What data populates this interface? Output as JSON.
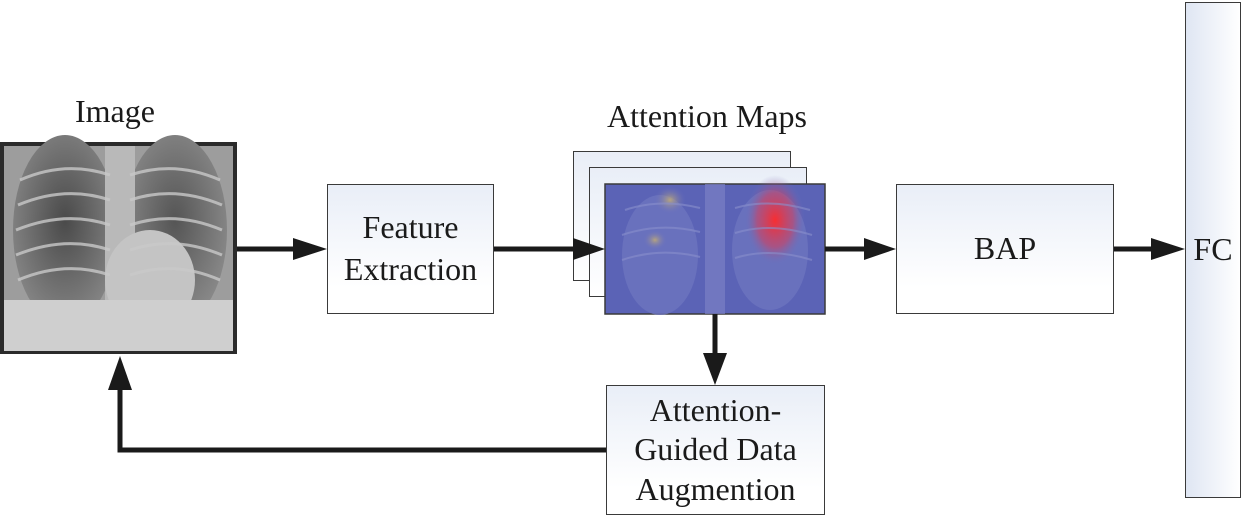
{
  "image_label": "Image",
  "attention_maps_label": "Attention Maps",
  "feature_extraction": [
    "Feature",
    "Extraction"
  ],
  "bap": "BAP",
  "fc": "FC",
  "augmentation": [
    "Attention-",
    "Guided Data",
    "Augmention"
  ],
  "colors": {
    "line": "#1a1a1a",
    "box_top": "#e9eef7",
    "heatmap_base": "#5b63b6",
    "hotspot": "#e0303a"
  }
}
